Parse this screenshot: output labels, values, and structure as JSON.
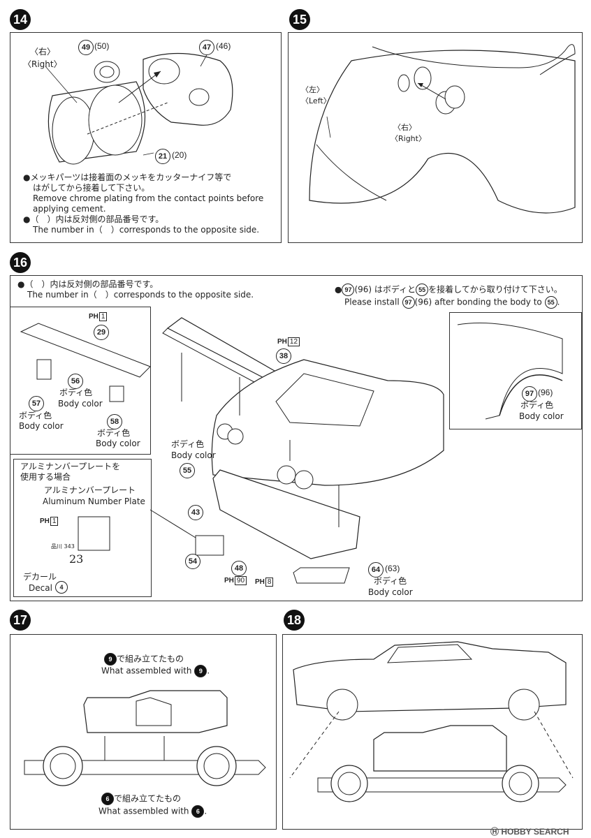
{
  "steps": {
    "s14": {
      "number": "14",
      "label_right_jp": "〈右〉",
      "label_right_en": "〈Right〉",
      "part_49_50": "(50)",
      "part_47_46": "(46)",
      "part_21_20": "(20)",
      "p49": "49",
      "p47": "47",
      "p21": "21",
      "note1_jp": "●メッキパーツは接着面のメッキをカッターナイフ等で",
      "note1_jp2": "はがしてから接着して下さい。",
      "note1_en": "Remove chrome plating from the contact points before",
      "note1_en2": "applying cement.",
      "note2_jp": "●（　）内は反対側の部品番号です。",
      "note2_en": "The number in（　）corresponds to the opposite side."
    },
    "s15": {
      "number": "15",
      "left_jp": "〈左〉",
      "left_en": "〈Left〉",
      "right_jp": "〈右〉",
      "right_en": "〈Right〉"
    },
    "s16": {
      "number": "16",
      "note_jp": "●（　）内は反対側の部品番号です。",
      "note_en": "The number in（　）corresponds to the opposite side.",
      "install_jp_pre": "●",
      "install_jp_mid": "(96) はボディと",
      "install_jp_post": "を接着してから取り付けて下さい。",
      "install_en_pre": "Please install",
      "install_en_mid": "(96) after bonding the body to",
      "install_en_post": ".",
      "p97": "97",
      "p55": "55",
      "ph1": "1",
      "ph12": "12",
      "ph90": "90",
      "ph8": "8",
      "ph_label": "PH",
      "p29": "29",
      "p38": "38",
      "p56": "56",
      "p57": "57",
      "p58": "58",
      "p43": "43",
      "p54": "54",
      "p48": "48",
      "p64": "64",
      "p64_alt": "(63)",
      "p97_alt": "(96)",
      "body_color_jp": "ボディ色",
      "body_color_en": "Body color",
      "alum_title_jp1": "アルミナンバープレートを",
      "alum_title_jp2": "使用する場合",
      "alum_name_jp": "アルミナンバープレート",
      "alum_name_en": "Aluminum Number Plate",
      "decal_jp": "デカール",
      "decal_en": "Decal",
      "decal_num": "4",
      "plate_small": "品川 343",
      "plate_big": "23"
    },
    "s17": {
      "number": "17",
      "top_jp": "で組み立てたもの",
      "top_en": "What assembled with",
      "top_ref": "9",
      "bottom_jp": "で組み立てたもの",
      "bottom_en": "What assembled with",
      "bottom_ref": "6",
      "period": "."
    },
    "s18": {
      "number": "18"
    }
  },
  "watermark": {
    "prefix": "Ⓗ HOBBY",
    "suffix": "SEARCH"
  }
}
